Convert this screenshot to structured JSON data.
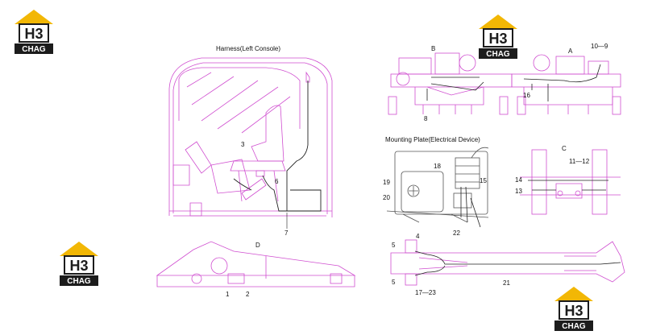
{
  "titles": {
    "harness_left_console": "Harness(Left Console)",
    "mounting_plate": "Mounting Plate(Electrical Device)"
  },
  "views": {
    "A": "A",
    "B": "B",
    "C": "C",
    "D": "D"
  },
  "callouts": {
    "c1": "1",
    "c2": "2",
    "c3": "3",
    "c4": "4",
    "c5a": "5",
    "c5b": "5",
    "c6": "6",
    "c7": "7",
    "c8": "8",
    "c10_9": "10—9",
    "c11_12": "11—12",
    "c13": "13",
    "c14": "14",
    "c15": "15",
    "c16": "16",
    "c17_23": "17—23",
    "c18": "18",
    "c19": "19",
    "c20": "20",
    "c21": "21",
    "c22": "22"
  },
  "logo": {
    "mark": "H3",
    "word": "CHAG"
  },
  "colors": {
    "drawing": "#d04fd0",
    "harness": "#222222",
    "logo_yellow": "#f2b705",
    "logo_dark": "#1c1c1c"
  }
}
